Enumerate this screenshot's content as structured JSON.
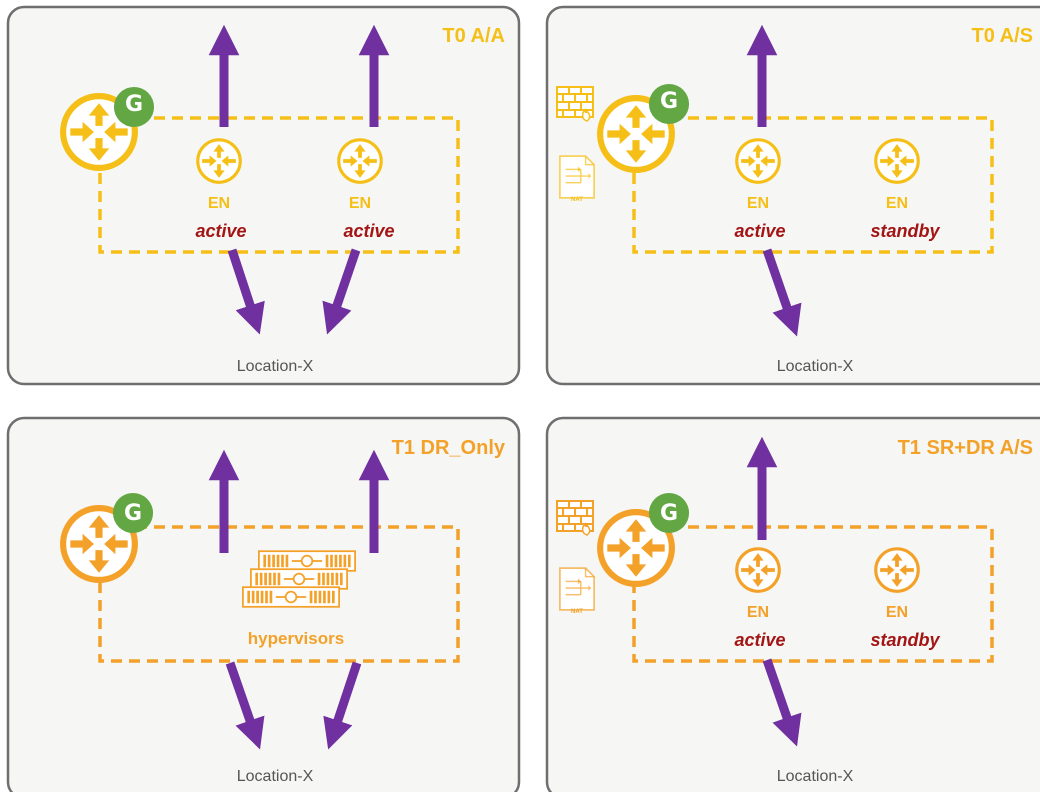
{
  "colors": {
    "t0_accent": "#f5bf18",
    "t1_accent": "#f4a12a",
    "arrow": "#7030a0",
    "state_text": "#a31515",
    "gateway_badge": "#62a744",
    "location_text": "#555555"
  },
  "panels": [
    {
      "title": "T0 A/A",
      "color": "#f5bf18",
      "gateway_badge": "G",
      "has_firewall_nat": false,
      "edge_nodes": [
        {
          "label": "EN",
          "state": "active"
        },
        {
          "label": "EN",
          "state": "active"
        }
      ],
      "location_label": "Location-X"
    },
    {
      "title": "T0 A/S",
      "color": "#f5bf18",
      "gateway_badge": "G",
      "has_firewall_nat": true,
      "edge_nodes": [
        {
          "label": "EN",
          "state": "active"
        },
        {
          "label": "EN",
          "state": "standby"
        }
      ],
      "location_label": "Location-X"
    },
    {
      "title": "T1 DR_Only",
      "color": "#f4a12a",
      "gateway_badge": "G",
      "has_firewall_nat": false,
      "hypervisors_label": "hypervisors",
      "location_label": "Location-X"
    },
    {
      "title": "T1 SR+DR A/S",
      "color": "#f4a12a",
      "gateway_badge": "G",
      "has_firewall_nat": true,
      "edge_nodes": [
        {
          "label": "EN",
          "state": "active"
        },
        {
          "label": "EN",
          "state": "standby"
        }
      ],
      "location_label": "Location-X"
    }
  ],
  "icons": {
    "router": "router-icon",
    "edge_node": "edge-node-router-icon",
    "gateway": "gateway-badge-icon",
    "firewall": "firewall-icon",
    "nat": "nat-icon",
    "hypervisor": "hypervisor-server-icon",
    "arrow": "traffic-arrow-icon"
  },
  "nat_text": "NAT"
}
